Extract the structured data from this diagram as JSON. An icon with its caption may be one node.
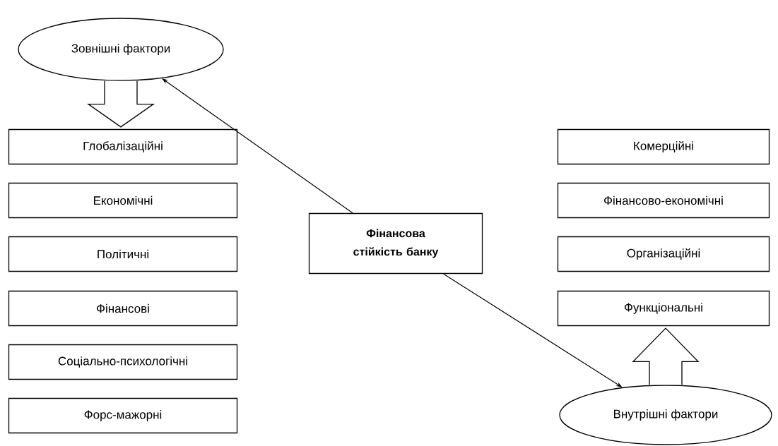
{
  "diagram": {
    "nodes": [
      {
        "text": [
          "Зовнішні фактори"
        ]
      },
      {
        "text": [
          "Глобалізаційні"
        ]
      },
      {
        "text": [
          "Економічні"
        ]
      },
      {
        "text": [
          "Політичні"
        ]
      },
      {
        "text": [
          "Фінансові"
        ]
      },
      {
        "text": [
          "Соціально-психологічні"
        ]
      },
      {
        "text": [
          "Форс-мажорні"
        ]
      },
      {
        "text": [
          "Фінансова стійкість банку"
        ]
      },
      {
        "text": [
          "Комерційні"
        ]
      },
      {
        "text": [
          "Фінансово-економічні"
        ]
      },
      {
        "text": [
          "Організаційні"
        ]
      },
      {
        "text": [
          "Функціональні"
        ]
      },
      {
        "text": [
          "Внутрішні фактори"
        ]
      }
    ],
    "edges": [
      {
        "from": 7,
        "to": 0,
        "arrow": "to"
      },
      {
        "from": 7,
        "to": 12,
        "arrow": "to"
      },
      {
        "from": 0,
        "to": 1,
        "arrow": "to",
        "style": "thick"
      },
      {
        "from": 12,
        "to": 11,
        "arrow": "to",
        "style": "thick"
      }
    ]
  }
}
